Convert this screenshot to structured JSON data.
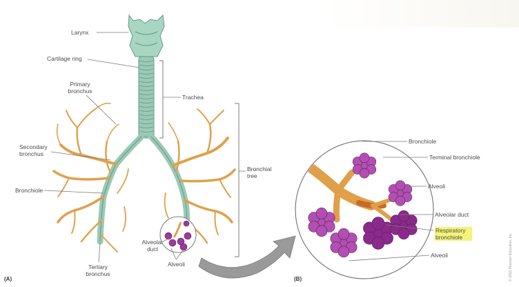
{
  "figure": {
    "panel_a": "(A)",
    "panel_b": "(B)",
    "credit": "© 2013 Pearson Education, Inc.",
    "colors": {
      "trachea": "#9cc9b6",
      "bronchial_tree": "#e0a04a",
      "alveoli": "#9b3a9b",
      "leader_line": "#7a7a7a",
      "arrow": "#9a9a9a",
      "highlight": "#f4f47a"
    }
  },
  "labels_a": {
    "larynx": "Larynx",
    "cartilage_ring": "Cartilage ring",
    "primary_bronchus": "Primary bronchus",
    "trachea": "Trachea",
    "secondary_bronchus": "Secondary bronchus",
    "bronchiole": "Bronchiole",
    "bronchial_tree": "Bronchial tree",
    "alveolar_duct": "Alveolar duct",
    "alveoli": "Alveoli",
    "tertiary_bronchus": "Tertiary bronchus"
  },
  "labels_b": {
    "bronchiole": "Bronchiole",
    "terminal_bronchiole": "Terminal bronchiole",
    "alveoli_top": "Alveoli",
    "alveolar_duct": "Alveolar duct",
    "respiratory_bronchiole": "Respiratory bronchiole",
    "alveoli_bottom": "Alveoli"
  }
}
